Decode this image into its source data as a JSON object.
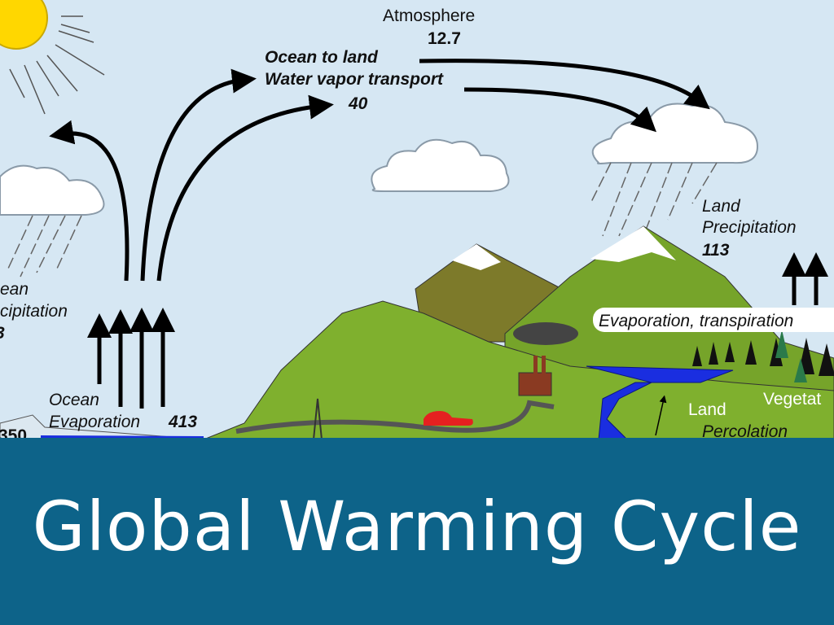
{
  "diagram": {
    "atmosphere_label": "Atmosphere",
    "atmosphere_value": "12.7",
    "transport_line1": "Ocean to land",
    "transport_line2": "Water vapor transport",
    "transport_value": "40",
    "land_precip_line1": "Land",
    "land_precip_line2": "Precipitation",
    "land_precip_value": "113",
    "ocean_precip_line1": "ean",
    "ocean_precip_line2": "cipitation",
    "ocean_precip_value": "3",
    "ocean_evap_line1": "Ocean",
    "ocean_evap_line2": "Evaporation",
    "ocean_evap_value": "413",
    "ocean_storage_value": "350",
    "evapotranspiration": "Evaporation, transpiration",
    "land_label": "Land",
    "percolation_label": "Percolation",
    "vegetation_label": "Vegetat"
  },
  "banner": {
    "title": "Global Warming Cycle"
  },
  "colors": {
    "banner": "#0d6389",
    "sky": "#d6e7f3",
    "grass": "#76a42a",
    "water": "#1a2ee0"
  }
}
